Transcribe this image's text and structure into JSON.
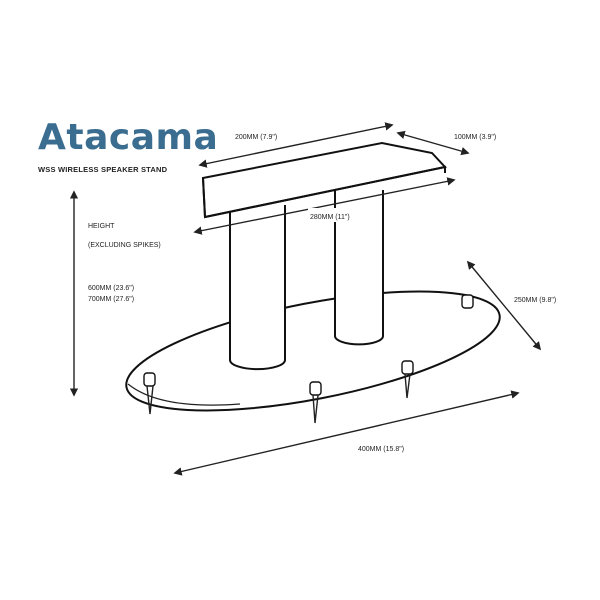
{
  "brand": {
    "logo_text": "Atacama",
    "color": "#3a6d8f",
    "subtitle": "WSS WIRELESS SPEAKER STAND"
  },
  "dimensions": {
    "top_plate_width": "200MM (7.9\")",
    "top_plate_depth": "100MM (3.9\")",
    "pillar_spacing": "280MM (11\")",
    "base_depth": "250MM (9.8\")",
    "base_width": "400MM (15.8\")"
  },
  "height": {
    "title": "HEIGHT",
    "note": "(EXCLUDING SPIKES)",
    "option_1": "600MM (23.6\")",
    "option_2": "700MM (27.6\")"
  },
  "colors": {
    "line": "#111111",
    "background": "#ffffff"
  }
}
